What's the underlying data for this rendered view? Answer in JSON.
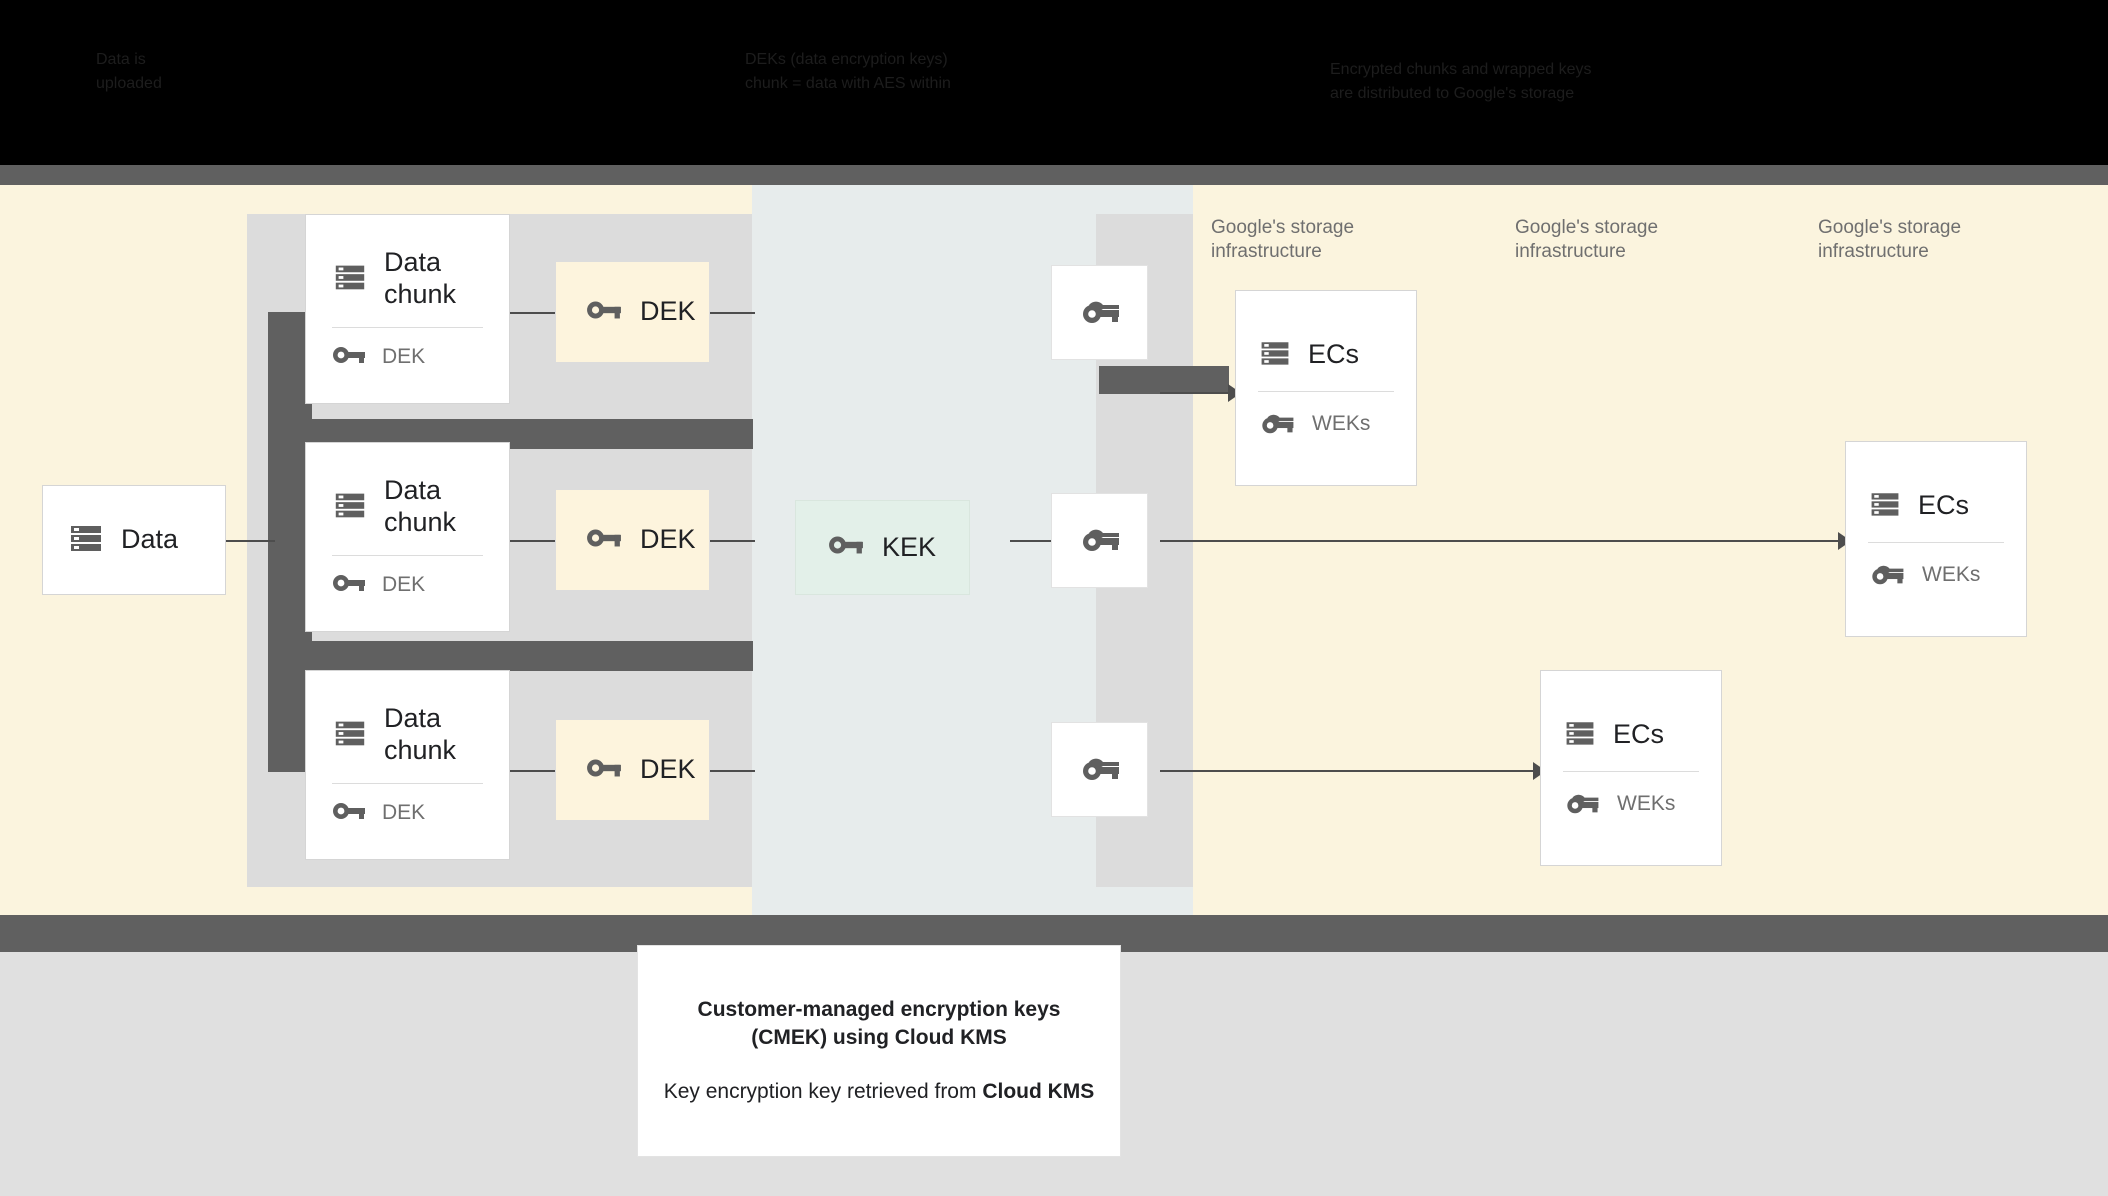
{
  "header": {
    "col1": "Data is\nuploaded",
    "col2": "DEKs (data encryption keys)\nchunk = data with AES within",
    "col3": "Encrypted chunks and wrapped keys\nare distributed to Google's storage"
  },
  "diagram": {
    "data_card": {
      "label": "Data",
      "icon": "data-stack-icon"
    },
    "chunks": [
      {
        "title": "Data\nchunk",
        "key_label": "DEK"
      },
      {
        "title": "Data\nchunk",
        "key_label": "DEK"
      },
      {
        "title": "Data\nchunk",
        "key_label": "DEK"
      }
    ],
    "dek_cards": [
      {
        "label": "DEK"
      },
      {
        "label": "DEK"
      },
      {
        "label": "DEK"
      }
    ],
    "kek_card": {
      "label": "KEK",
      "icon": "key-icon"
    },
    "wrapped_key_cards": [
      {
        "icon": "wrapped-key-icon"
      },
      {
        "icon": "wrapped-key-icon"
      },
      {
        "icon": "wrapped-key-icon"
      }
    ],
    "storage_labels": [
      "Google's storage\ninfrastructure",
      "Google's storage\ninfrastructure",
      "Google's storage\ninfrastructure"
    ],
    "ec_cards": [
      {
        "title": "ECs",
        "key_label": "WEKs"
      },
      {
        "title": "ECs",
        "key_label": "WEKs"
      },
      {
        "title": "ECs",
        "key_label": "WEKs"
      }
    ]
  },
  "caption": {
    "line1": "Customer-managed encryption keys\n(CMEK) using Cloud KMS",
    "line2_prefix": "Key encryption key retrieved from ",
    "line2_strong": "Cloud KMS"
  },
  "colors": {
    "stage_cream": "#fbf4de",
    "kms_column": "#e7ecec",
    "chunk_column": "#dcdcdc",
    "dek_fill": "#fdf4dd",
    "kek_fill": "#e3f0e9",
    "band_gray": "#606060",
    "footer_gray": "#e0e0e0",
    "icon_gray": "#5f5f5f",
    "text_dark": "#202124",
    "text_muted": "#6f6f6f"
  }
}
